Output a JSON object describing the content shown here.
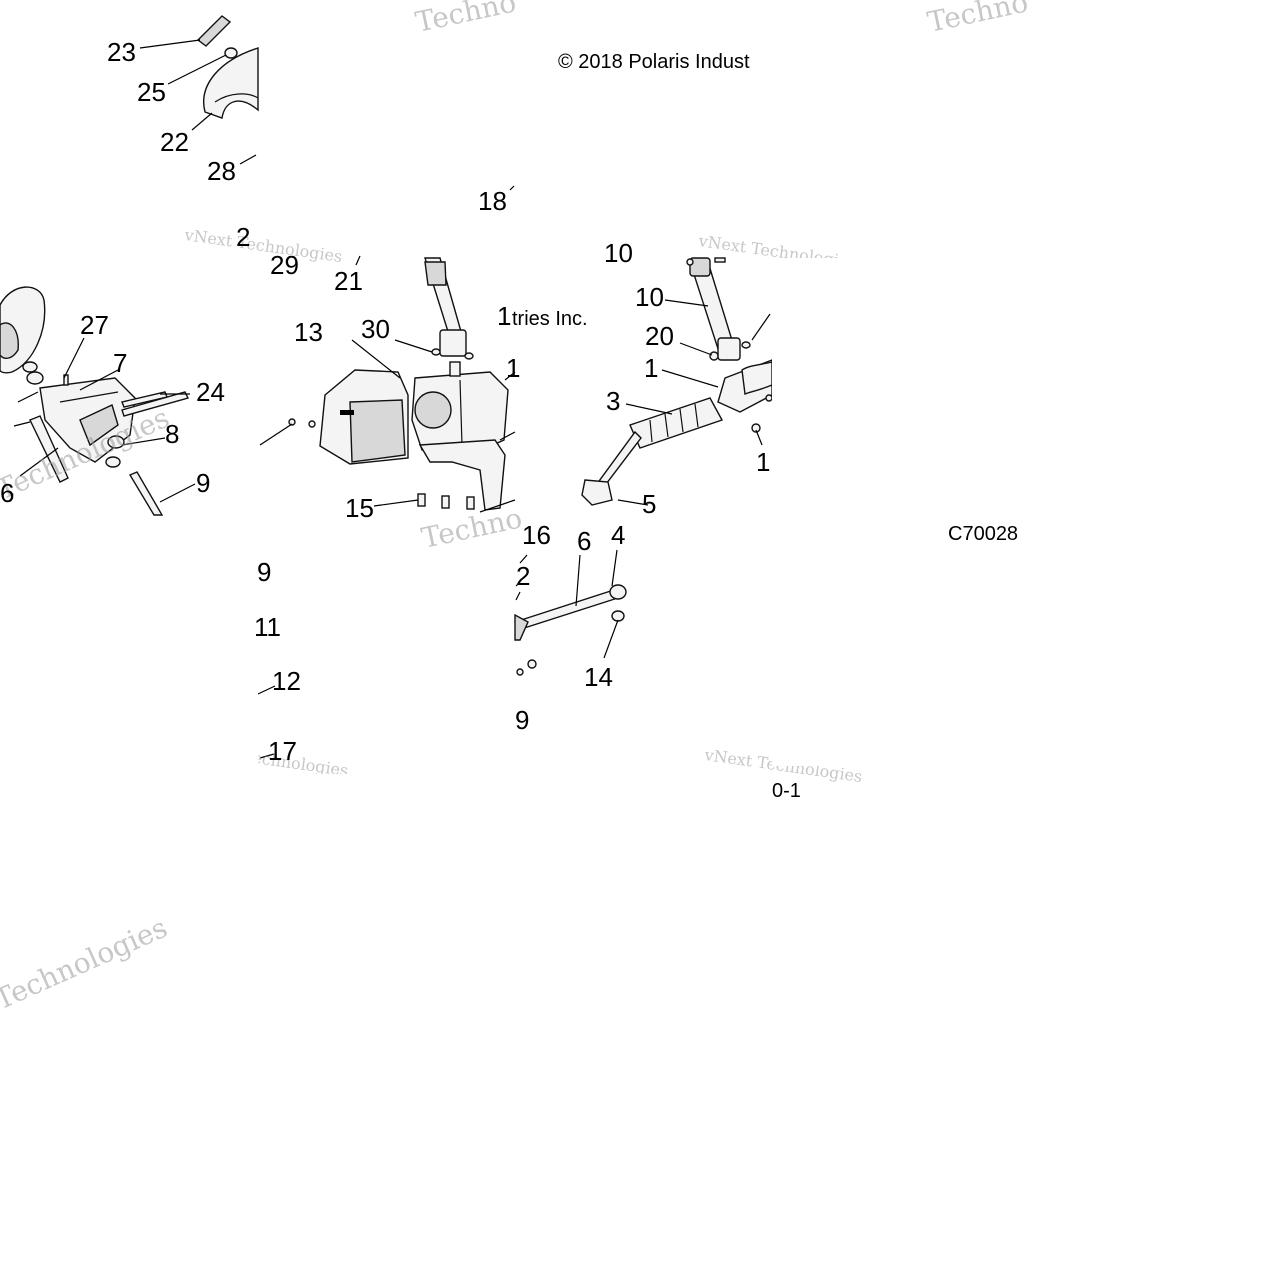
{
  "diagram": {
    "copyright": "© 2018 Polaris Indust",
    "copyright_tail": "tries Inc.",
    "drawing_code": "C70028",
    "footer_code": "0-1",
    "watermarks": {
      "brand_a": "Techno",
      "brand_b": "vNext Technologies",
      "brand_c": "Technologies"
    },
    "callouts": {
      "c23": "23",
      "c25": "25",
      "c22": "22",
      "c28": "28",
      "c18": "18",
      "c29": "29",
      "c21": "21",
      "c2x": "2",
      "c13": "13",
      "c30": "30",
      "c1a": "1",
      "c10": "10",
      "c20": "20",
      "c1b": "1",
      "c3": "3",
      "c27": "27",
      "c7": "7",
      "c24": "24",
      "c8": "8",
      "c9a": "9",
      "c6a": "6",
      "c15": "15",
      "c5": "5",
      "c16": "16",
      "c6b": "6",
      "c4": "4",
      "c2": "2",
      "c14": "14",
      "c9b": "9",
      "c11": "11",
      "c12": "12",
      "c17": "17",
      "c9c": "9",
      "c1c": "1",
      "c1d": "1",
      "c10b": "10"
    }
  }
}
